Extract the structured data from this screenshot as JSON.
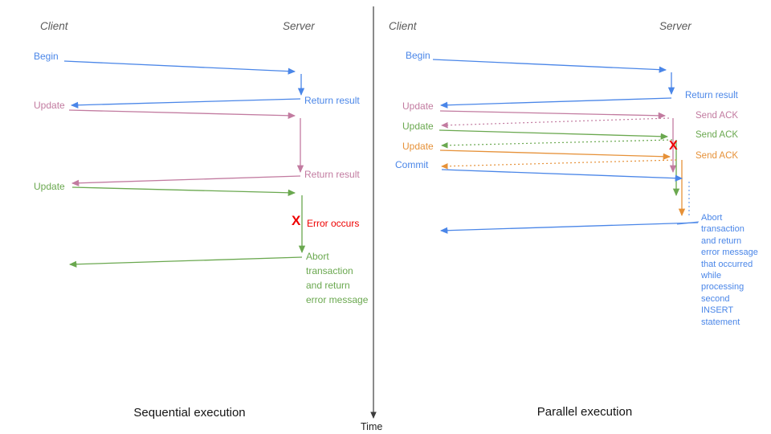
{
  "panels": {
    "sequential": {
      "caption": "Sequential execution",
      "client_header": "Client",
      "server_header": "Server",
      "begin_label": "Begin",
      "return_result_1": "Return result",
      "update_1": "Update",
      "return_result_2": "Return result",
      "update_2": "Update",
      "error_mark": "X",
      "error_label": "Error occurs",
      "abort_label": "Abort\ntransaction\nand return\nerror message"
    },
    "parallel": {
      "caption": "Parallel execution",
      "client_header": "Client",
      "server_header": "Server",
      "begin_label": "Begin",
      "return_result": "Return result",
      "update_1": "Update",
      "ack_1": "Send ACK",
      "update_2": "Update",
      "ack_2": "Send ACK",
      "update_3": "Update",
      "ack_3": "Send ACK",
      "commit_label": "Commit",
      "error_mark": "X",
      "abort_label": "Abort\ntransaction\nand return\nerror message\nthat occurred\nwhile\nprocessing\nsecond\nINSERT\nstatement"
    }
  },
  "time_axis": {
    "label": "Time"
  },
  "colors": {
    "blue": "#4a86e8",
    "light_blue": "#6d9eeb",
    "pink": "#c27ba0",
    "green": "#6aa84f",
    "orange": "#e69138",
    "red": "#ee0000",
    "header_gray": "#595959",
    "axis_gray": "#3c3c3c"
  }
}
